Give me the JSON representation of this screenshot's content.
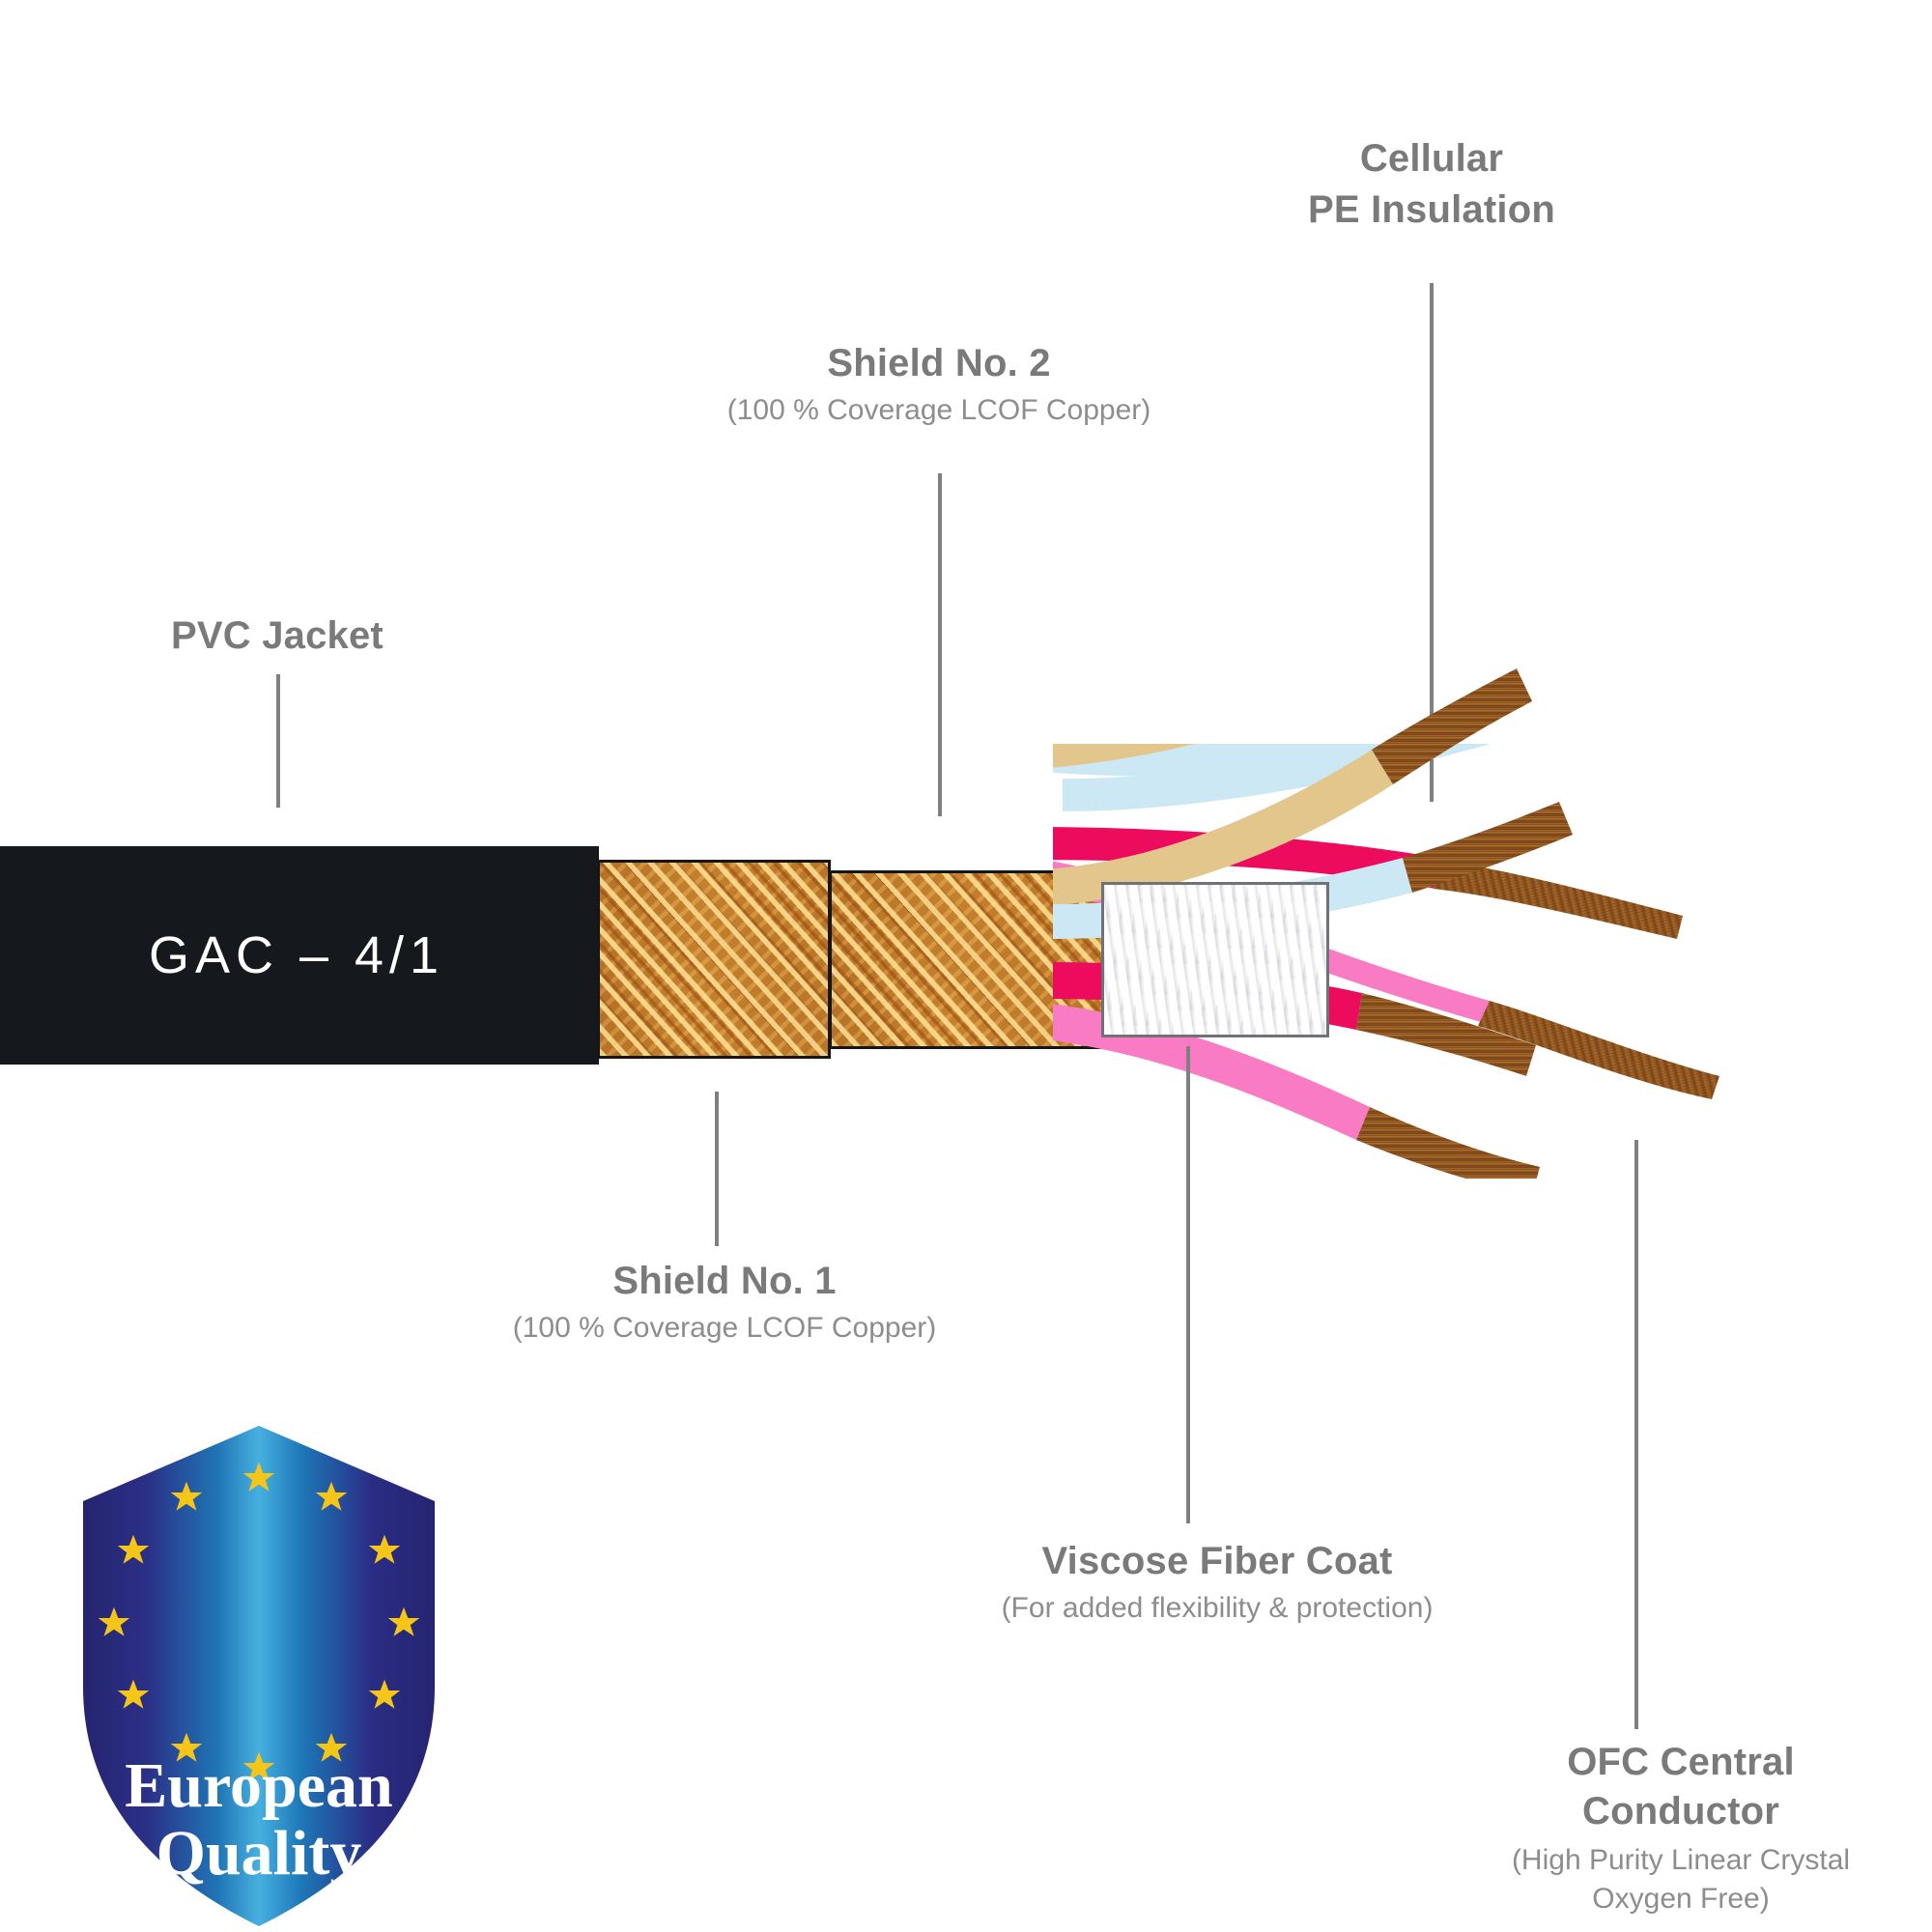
{
  "diagram": {
    "product_code": "GAC –  4/1",
    "callouts": [
      {
        "id": "pvc-jacket",
        "title": "PVC Jacket",
        "subtitle": ""
      },
      {
        "id": "shield-no-2",
        "title": "Shield No. 2",
        "subtitle": "(100 % Coverage LCOF Copper)"
      },
      {
        "id": "cellular-pe",
        "title": "Cellular\nPE Insulation",
        "title_line1": "Cellular",
        "title_line2": "PE Insulation",
        "subtitle": ""
      },
      {
        "id": "shield-no-1",
        "title": "Shield No. 1",
        "subtitle": "(100 % Coverage LCOF Copper)"
      },
      {
        "id": "viscose-fiber",
        "title": "Viscose Fiber Coat",
        "subtitle": "(For added flexibility & protection)"
      },
      {
        "id": "ofc-conductor",
        "title_line1": "OFC Central",
        "title_line2": "Conductor",
        "subtitle": "(High Purity Linear Crystal Oxygen Free)"
      }
    ],
    "wires": [
      {
        "name": "tan-wire",
        "color": "#E3C68C"
      },
      {
        "name": "blue-wire",
        "color": "#CDE8F5"
      },
      {
        "name": "crimson-wire",
        "color": "#EC0B5C"
      },
      {
        "name": "pink-wire",
        "color": "#F97BC4"
      }
    ],
    "colors": {
      "jacket": "#15181c",
      "copper_braid": "#c8832f",
      "conductor_copper": "#9a5c23",
      "label_text": "#7a7a7a",
      "sublabel_text": "#8d8d8d",
      "leader_line": "#808080"
    }
  },
  "badge": {
    "line1": "European",
    "line2": "Quality",
    "star_color": "#F5C518",
    "shield_colors": {
      "dark": "#2a2a78",
      "mid": "#1b6fb0",
      "light": "#3aa6dd"
    }
  }
}
